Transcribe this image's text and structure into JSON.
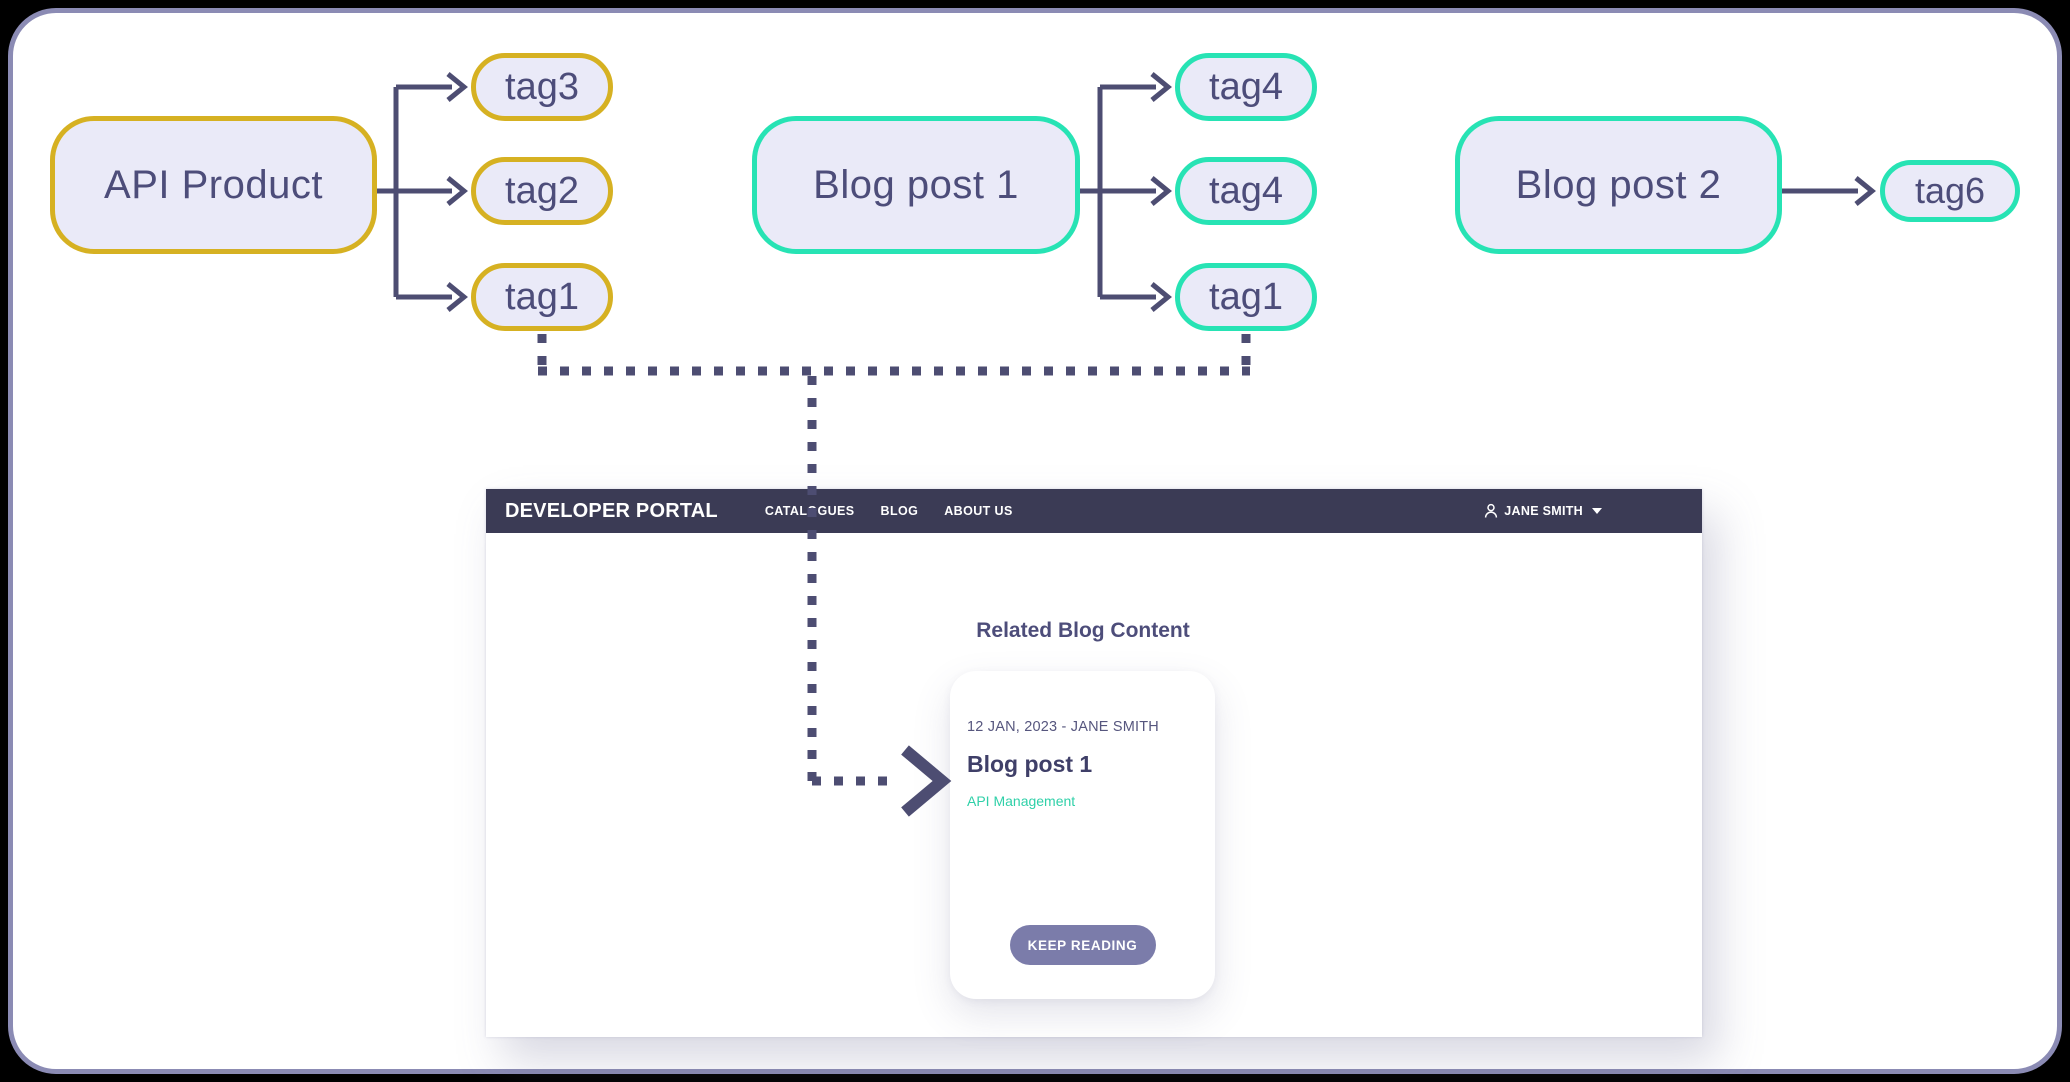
{
  "diagram": {
    "api": {
      "label": "API Product",
      "tags": [
        "tag3",
        "tag2",
        "tag1"
      ]
    },
    "blog1": {
      "label": "Blog post 1",
      "tags": [
        "tag4",
        "tag4",
        "tag1"
      ]
    },
    "blog2": {
      "label": "Blog post 2",
      "tags": [
        "tag6"
      ]
    }
  },
  "portal": {
    "brand": "DEVELOPER PORTAL",
    "nav": [
      "CATALOGUES",
      "BLOG",
      "ABOUT US"
    ],
    "user": "JANE SMITH",
    "heading": "Related Blog Content",
    "card": {
      "date": "12 JAN, 2023 - JANE SMITH",
      "title": "Blog post 1",
      "category": "API Management",
      "button": "KEEP READING"
    }
  },
  "colors": {
    "gold": "#d6b122",
    "teal": "#27e3b4",
    "node_fill": "#eaeaf8",
    "ink": "#4d4d7a",
    "connector": "#4d4d72",
    "navbar": "#3b3b55",
    "button": "#7b7caa",
    "category": "#2fd0a8",
    "frame_border": "#8b8bb4"
  }
}
